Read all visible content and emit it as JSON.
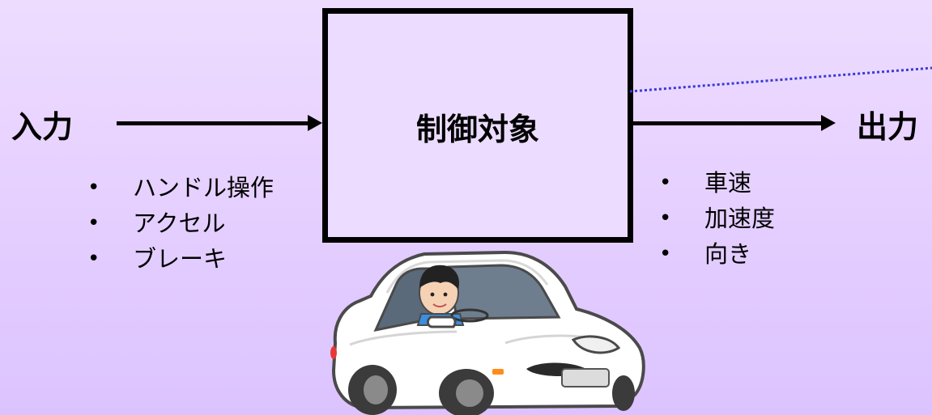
{
  "diagram": {
    "input_label": "入力",
    "output_label": "出力",
    "plant_label": "制御対象",
    "inputs": [
      "ハンドル操作",
      "アクセル",
      "ブレーキ"
    ],
    "outputs": [
      "車速",
      "加速度",
      "向き"
    ]
  },
  "colors": {
    "background_top": "#eedcff",
    "background_bottom": "#dcc3ff",
    "leader_line": "#3a3ad8",
    "car_body": "#ffffff",
    "car_outline": "#4a4a4a"
  },
  "illustration": {
    "subject": "car-with-driver-icon"
  }
}
